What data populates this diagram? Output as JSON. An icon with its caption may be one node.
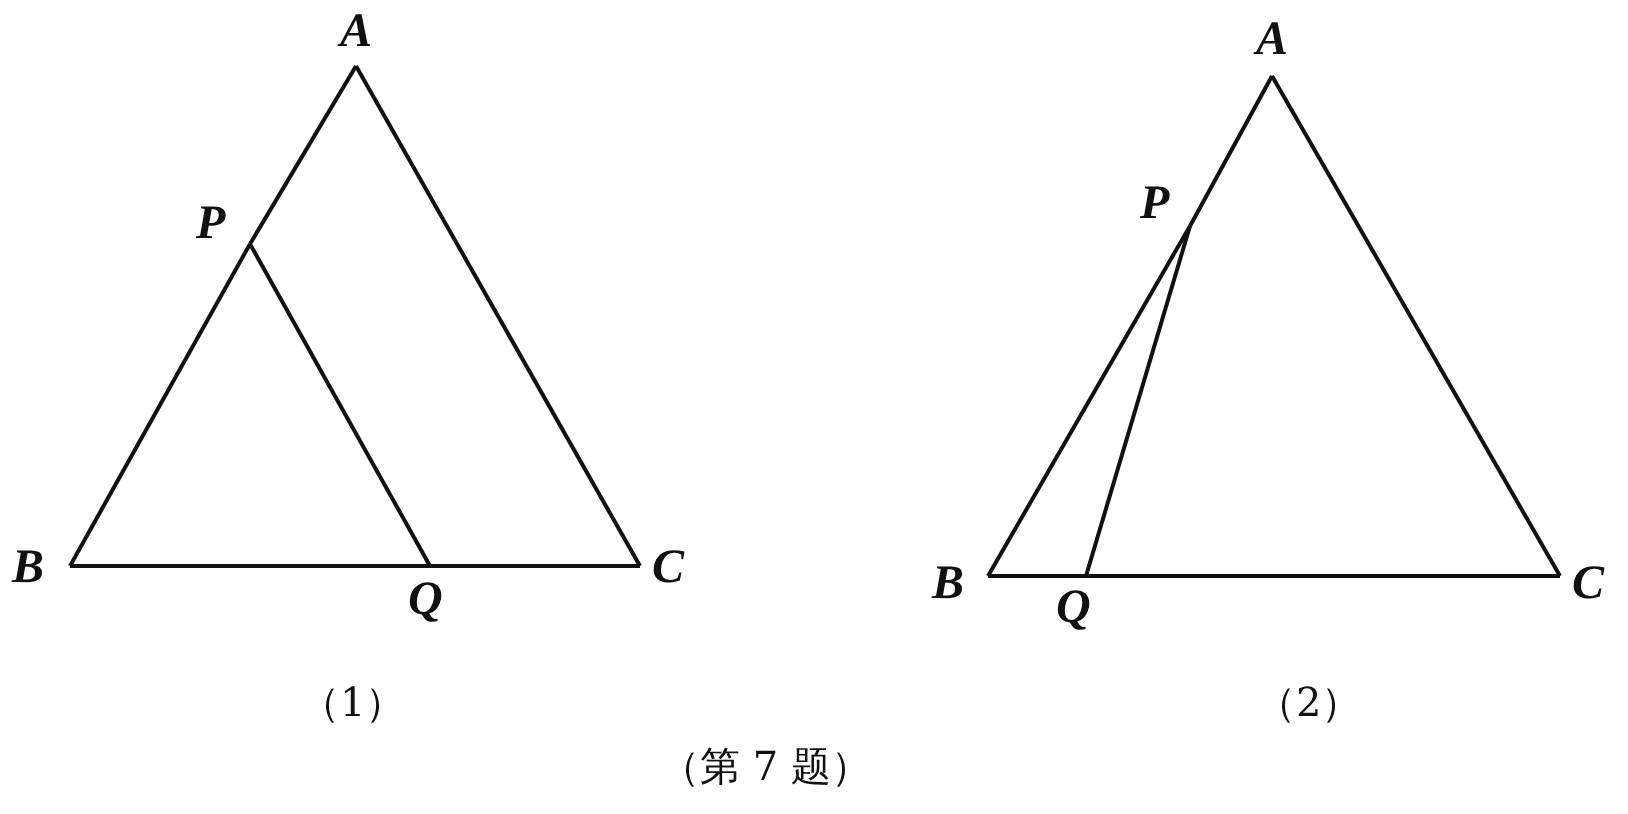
{
  "diagram": {
    "caption": "（第 7 题）",
    "nodes": [
      {
        "text": [
          "A"
        ]
      },
      {
        "text": [
          "P"
        ]
      },
      {
        "text": [
          "B"
        ]
      },
      {
        "text": [
          "Q"
        ]
      },
      {
        "text": [
          "C"
        ]
      },
      {
        "text": [
          "A"
        ]
      },
      {
        "text": [
          "P"
        ]
      },
      {
        "text": [
          "B"
        ]
      },
      {
        "text": [
          "Q"
        ]
      },
      {
        "text": [
          "C"
        ]
      }
    ],
    "edges": [
      {
        "from": 0,
        "to": 1,
        "arrow": "none"
      },
      {
        "from": 1,
        "to": 2,
        "arrow": "none"
      },
      {
        "from": 2,
        "to": 3,
        "arrow": "none"
      },
      {
        "from": 3,
        "to": 4,
        "arrow": "none"
      },
      {
        "from": 0,
        "to": 4,
        "arrow": "none"
      },
      {
        "from": 1,
        "to": 3,
        "arrow": "none"
      },
      {
        "from": 5,
        "to": 6,
        "arrow": "none"
      },
      {
        "from": 6,
        "to": 7,
        "arrow": "none"
      },
      {
        "from": 7,
        "to": 8,
        "arrow": "none"
      },
      {
        "from": 8,
        "to": 9,
        "arrow": "none"
      },
      {
        "from": 5,
        "to": 9,
        "arrow": "none"
      },
      {
        "from": 6,
        "to": 8,
        "arrow": "none"
      }
    ],
    "labels": [
      "（1）",
      "（2）"
    ]
  }
}
